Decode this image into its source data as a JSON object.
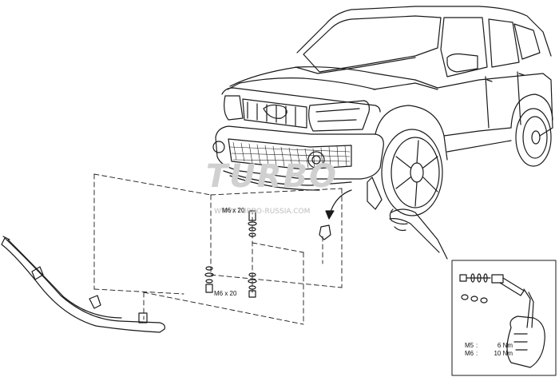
{
  "labels": {
    "bolt_top": "M6 x 20",
    "bolt_bottom": "M6 x 20"
  },
  "watermark": {
    "logo": "TURBO",
    "url": "WWW.TURBO-RUSSIA.COM"
  },
  "torque_table": [
    {
      "size": "M5",
      "sep": ":",
      "value": "6 Nm"
    },
    {
      "size": "M6",
      "sep": ":",
      "value": "10 Nm"
    }
  ]
}
